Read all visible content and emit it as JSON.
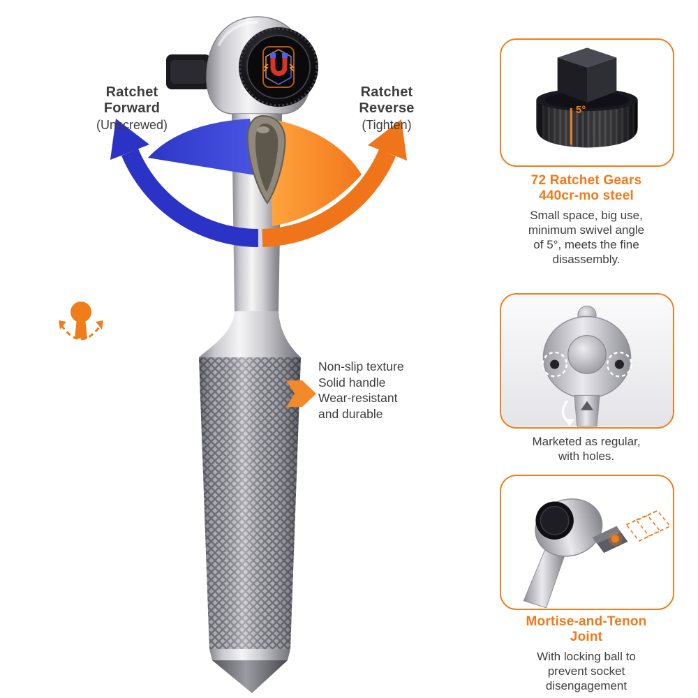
{
  "colors": {
    "accent": "#F0791A",
    "blue": "#2B33C6",
    "text": "#3D3D3D"
  },
  "diagram": {
    "forward_label": "Ratchet\nForward",
    "forward_sub": "(Unscrewed)",
    "reverse_label": "Ratchet\nReverse",
    "reverse_sub": "(Tighten)",
    "handle_note": "Non-slip texture\nSolid handle\nWear-resistant\nand durable"
  },
  "features": [
    {
      "id": "ratchet-gears",
      "image_label": "5°",
      "title": "72 Ratchet Gears\n440cr-mo steel",
      "body": "Small space, big use,\nminimum swivel angle\nof 5°, meets the fine\ndisassembly."
    },
    {
      "id": "side-holes",
      "title": "",
      "body": "Marketed as regular,\nwith holes."
    },
    {
      "id": "mortise-tenon",
      "title": "Mortise-and-Tenon\nJoint",
      "body": "With locking ball to\nprevent socket\ndisengagement"
    }
  ]
}
